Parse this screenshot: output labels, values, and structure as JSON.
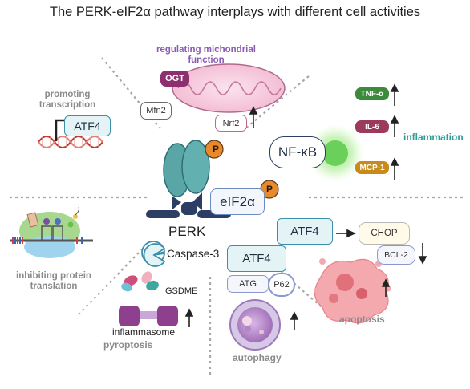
{
  "title": "The PERK-eIF2α pathway interplays with different cell activities",
  "center": {
    "perk_label": "PERK",
    "phospho_label": "P",
    "eif2a_label": "eIF2α"
  },
  "mito": {
    "label_line1": "regulating michondrial",
    "label_line2": "function",
    "ogt": "OGT",
    "mfn2": "Mfn2",
    "nrf2": "Nrf2"
  },
  "transcription": {
    "label_line1": "promoting",
    "label_line2": "transcription",
    "atf4": "ATF4"
  },
  "inflammation": {
    "nfkb": "NF-κB",
    "tnfa": "TNF-α",
    "il6": "IL-6",
    "mcp1": "MCP-1",
    "label": "inflammation"
  },
  "translation": {
    "label_line1": "inhibiting protein",
    "label_line2": "translation"
  },
  "apoptosis": {
    "atf4": "ATF4",
    "chop": "CHOP",
    "bcl2": "BCL-2",
    "label": "apoptosis"
  },
  "pyroptosis": {
    "caspase": "Caspase-3",
    "gsdme": "GSDME",
    "inflammasome": "inflammasome",
    "label": "pyroptosis"
  },
  "autophagy": {
    "atf4": "ATF4",
    "atg": "ATG",
    "p62": "P62",
    "label": "autophagy"
  },
  "colors": {
    "tnfa_pill": "#3c8a3c",
    "il6_pill": "#9c3a5c",
    "mcp1_pill": "#c98a1c",
    "ogt_pill": "#8e2f6f",
    "nfkb_glow": "#7ee06a",
    "receptor_teal": "#5aa6a6",
    "receptor_navy": "#2c3e63",
    "phospho_orange": "#e8892b"
  }
}
